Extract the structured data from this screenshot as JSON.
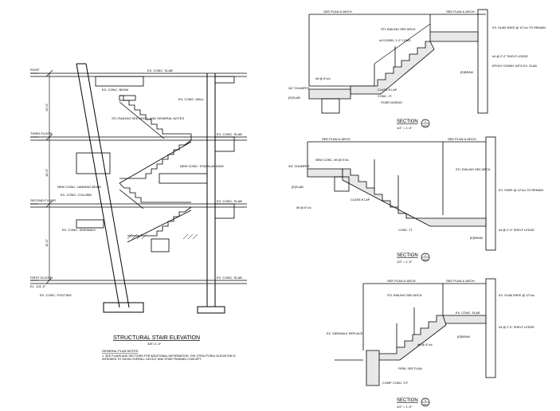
{
  "elevation": {
    "title": "STRUCTURAL STAIR ELEVATION",
    "scale": "3/8\"=1'-0\"",
    "levels": {
      "roof": "ROOF",
      "third": "THIRD FLOOR",
      "second": "SECOND FLOOR",
      "first": "FIRST FLOOR",
      "first_el": "EL. 101'-0\""
    },
    "dims": {
      "upper": "10'-0\"",
      "middle": "10'-0\"",
      "lower": "11'-0\""
    },
    "callouts": {
      "slab_top": "EX. CONC. SLAB",
      "beam": "EX. CONC. BEAM",
      "wall": "EX. CONC. WALL",
      "railing": "STL RAILING SEE ARCH. AND GENERAL NOTES",
      "stair_landing": "NEW CONC. STAIR/LANDING",
      "landing_beam": "NEW CONC. LANDING BEAM",
      "column": "EX. CONC. COLUMN",
      "sidewalk": "EX. CONC. SIDEWALK",
      "footing": "EX. CONC. FOOTING",
      "slab_mid1": "EX. CONC. SLAB",
      "slab_mid2": "EX. CONC. SLAB",
      "slab_bot": "EX. CONC. SLAB"
    },
    "notes_header": "GENERAL PLAN NOTES",
    "note_1": "1.  SEE PLANS AND SECTIONS FOR ADDITIONAL INFORMATION. THE STRUCTURAL ELEVATION IS INTENDED TO SHOW OVERALL LAYOUT AND STAIR FRAMING CONCEPT."
  },
  "sections": [
    {
      "id": "1",
      "label": "SECTION",
      "scale": "1/2\" = 1'-0\"",
      "sheet": "S401",
      "see_plan_1": "SEE PLAN & ARCH.",
      "see_plan_2": "SEE PLAN & ARCH.",
      "notes_left": [
        "STL RAILING SEE ARCH.",
        "#4 DOWEL 1'-0\" LONG",
        "3/4\" CHAMFER",
        "#5 @ 6\"o/c",
        "(E)SLAB",
        "CLASS B LAP",
        "CONC. JT.",
        "STAIR NOSING"
      ],
      "notes_right": [
        "EX. SLAB SHEE @ 12\"o/c TO REMAIN",
        "#4 @ 2'-0\" SHELF LEDGE",
        "EPOXY DOWEL INTO EX. SLAB",
        "(E)BEAM"
      ]
    },
    {
      "id": "2",
      "label": "SECTION",
      "scale": "1/2\" = 1'-0\"",
      "sheet": "S401",
      "see_plan_1": "SEE PLAN & ARCH.",
      "see_plan_2": "SEE PLAN & ARCH.",
      "notes_left": [
        "3/4\" CHAMFER",
        "NEW CONC. #5 @ 6\"o/c",
        "(E)SLAB",
        "CLASS B LAP",
        "CONC. JT.",
        "#5 @ 6\"o/c"
      ],
      "notes_right": [
        "STL RAILING SEE ARCH.",
        "EX. SHEE @ 12\"o/c TO REMAIN",
        "#4 @ 2'-0\" SHELF LEDGE",
        "(E)BEAM"
      ]
    },
    {
      "id": "3",
      "label": "SECTION",
      "scale": "1/2\" = 1'-0\"",
      "sheet": "S401",
      "see_plan_1": "SEE PLAN & ARCH.",
      "see_plan_2": "SEE PLAN & ARCH.",
      "notes_left": [
        "STL RAILING SEE ARCH.",
        "EX. SIDEWALK REPLACE",
        "#5 @ 6\"o/c",
        "FIRM, SEE PLAN",
        "COMP. CONC. S.F."
      ],
      "notes_right": [
        "EX. SLAB SHEE @ 12\"o/c",
        "EX. CONC. SLAB",
        "#4 @ 2'-0\" SHELF LEDGE",
        "(E)BEAM"
      ]
    }
  ]
}
